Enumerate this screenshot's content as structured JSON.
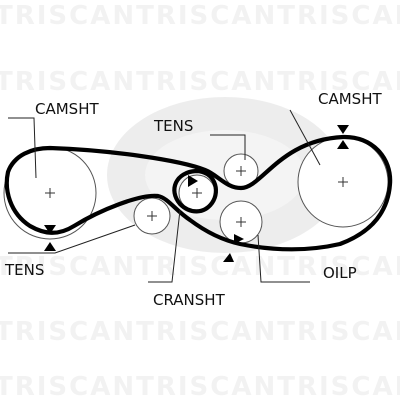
{
  "watermark": {
    "text": "TRISCANTRISCANTRISCANTRISCANTRISCAN",
    "ellipse_color": "#e9e9e9",
    "text_color": "#f2f2f2"
  },
  "labels": {
    "camsht_left": "CAMSHT",
    "camsht_right": "CAMSHT",
    "tens_top": "TENS",
    "tens_bottom": "TENS",
    "cranksht": "CRANSHT",
    "oilp": "OILP"
  },
  "colors": {
    "belt": "#000000",
    "pulley_outline": "#555555",
    "label": "#111111"
  }
}
